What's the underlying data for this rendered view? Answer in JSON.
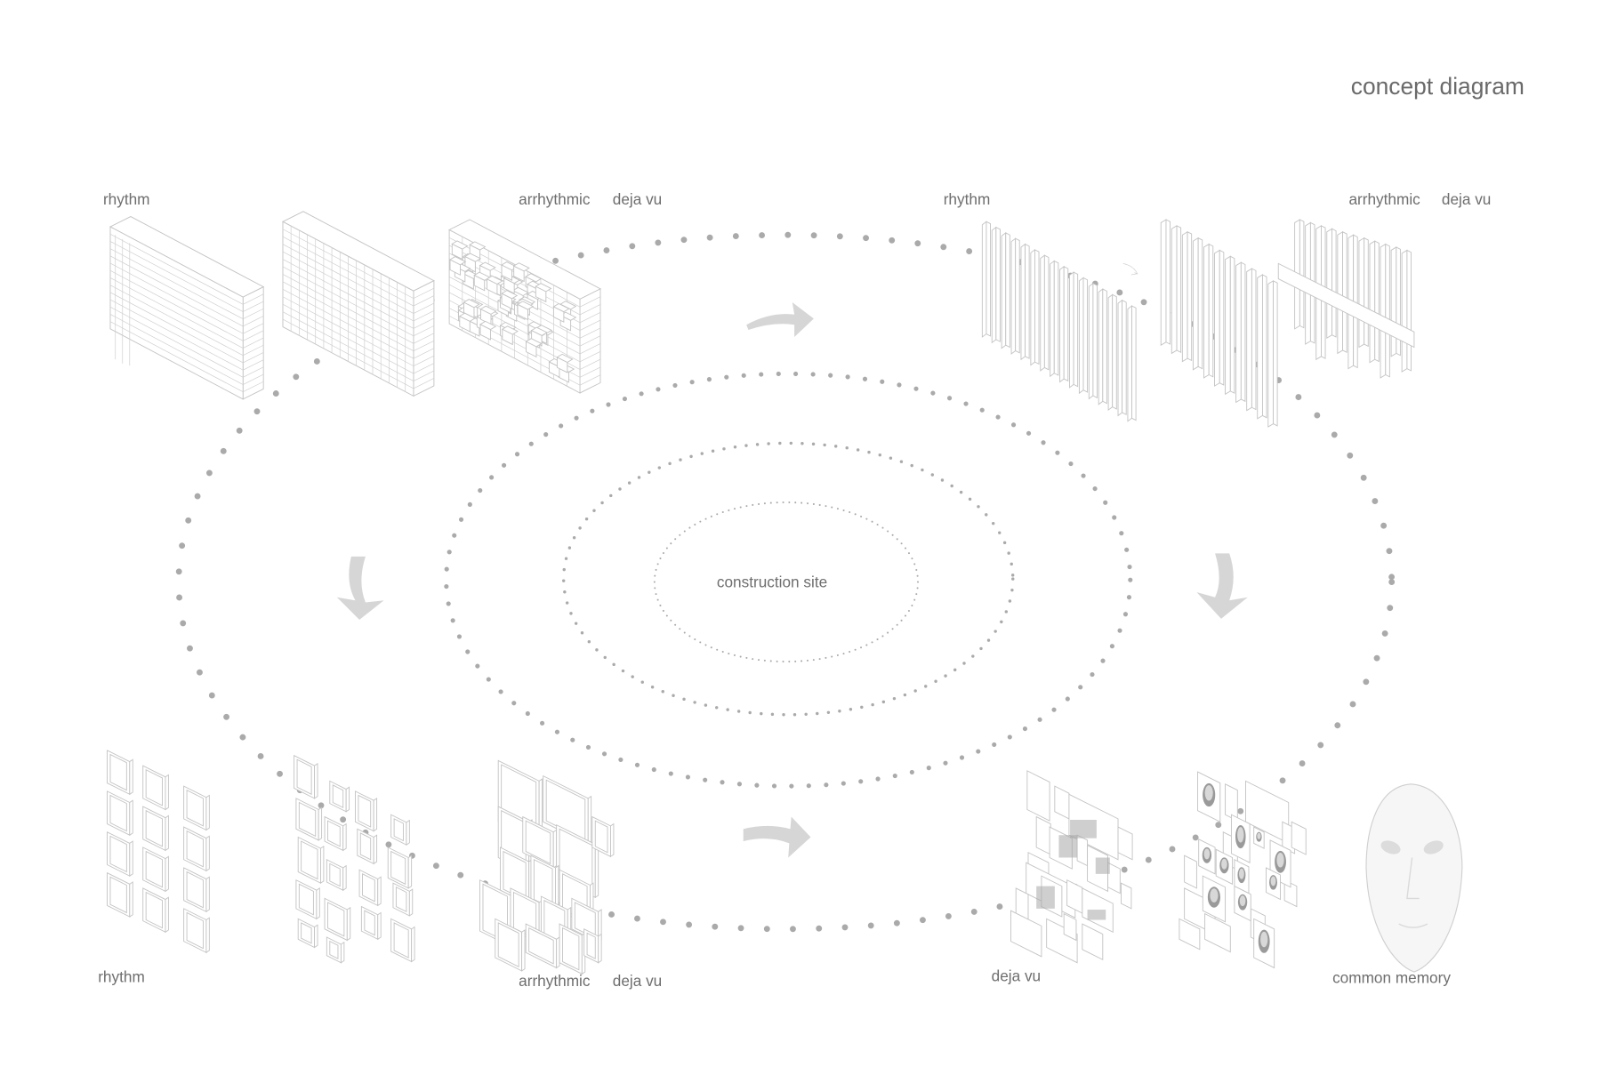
{
  "title": "concept diagram",
  "center_label": "construction site",
  "top_left": {
    "rhythm": "rhythm",
    "arrhythmic": "arrhythmic",
    "deja_vu": "deja vu"
  },
  "top_right": {
    "rhythm": "rhythm",
    "arrhythmic": "arrhythmic",
    "deja_vu": "deja vu"
  },
  "bottom_left": {
    "rhythm": "rhythm",
    "arrhythmic": "arrhythmic",
    "deja_vu": "deja vu"
  },
  "bottom_right": {
    "deja_vu": "deja vu",
    "common_memory": "common memory"
  },
  "colors": {
    "dots": "#a9a9a9",
    "arrows": "#d6d6d6",
    "text": "#6e6e6e",
    "lines": "#c4c4c4"
  }
}
